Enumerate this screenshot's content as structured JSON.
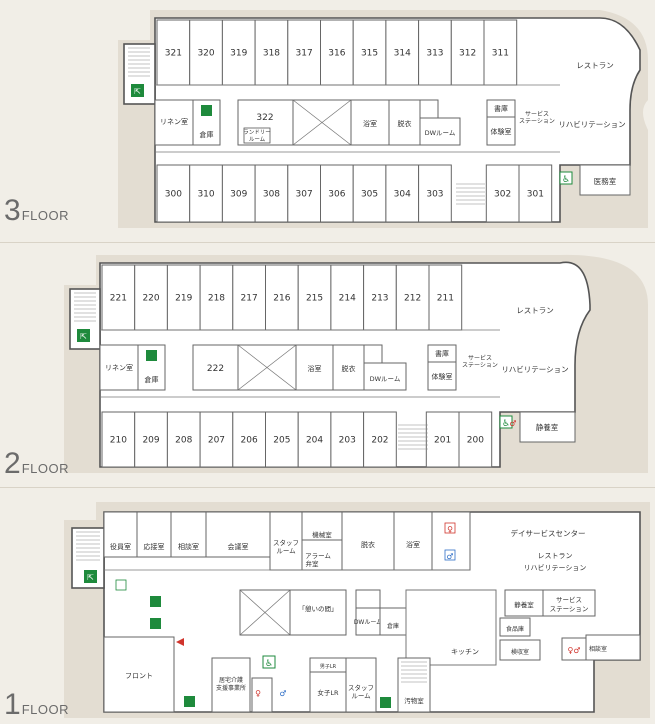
{
  "floors": [
    {
      "id": "3",
      "label_num": "3",
      "label_txt": "FLOOR",
      "top_rooms": [
        "321",
        "320",
        "319",
        "318",
        "317",
        "316",
        "315",
        "314",
        "313",
        "312",
        "311"
      ],
      "bottom_rooms": [
        "300",
        "310",
        "309",
        "308",
        "307",
        "306",
        "305",
        "304",
        "303",
        "302",
        "301"
      ],
      "labels": {
        "restaurant": "レストラン",
        "linen": "リネン室",
        "storage": "倉庫",
        "room322": "322",
        "laundry1": "ランドリー",
        "laundry2": "ルーム",
        "bath": "浴室",
        "dressing": "脱衣",
        "dw": "DWルーム",
        "books": "書庫",
        "service1": "サービス",
        "service2": "ステーション",
        "experience": "体験室",
        "rehab": "リハビリテーション",
        "medical": "医務室"
      }
    },
    {
      "id": "2",
      "label_num": "2",
      "label_txt": "FLOOR",
      "top_rooms": [
        "221",
        "220",
        "219",
        "218",
        "217",
        "216",
        "215",
        "214",
        "213",
        "212",
        "211"
      ],
      "bottom_rooms": [
        "210",
        "209",
        "208",
        "207",
        "206",
        "205",
        "204",
        "203",
        "202",
        "201",
        "200"
      ],
      "labels": {
        "restaurant": "レストラン",
        "linen": "リネン室",
        "storage": "倉庫",
        "room222": "222",
        "bath": "浴室",
        "dressing": "脱衣",
        "dw": "DWルーム",
        "books": "書庫",
        "service1": "サービス",
        "service2": "ステーション",
        "experience": "体験室",
        "rehab": "リハビリテーション",
        "rest": "静養室"
      }
    },
    {
      "id": "1",
      "label_num": "1",
      "label_txt": "FLOOR",
      "labels": {
        "officers": "役員室",
        "reception": "応接室",
        "consult": "相談室",
        "meeting": "会議室",
        "staff1": "スタッフ",
        "staff2": "ルーム",
        "machine": "機械室",
        "alarm1": "アラーム",
        "alarm2": "弁室",
        "dressing": "脱衣",
        "bath": "浴室",
        "dayservice": "デイサービスセンター",
        "restaurant": "レストラン",
        "rehab": "リハビリテーション",
        "ikoi": "「憩いの間」",
        "dw": "DWルーム",
        "storage": "倉庫",
        "rest": "静養室",
        "service1": "サービス",
        "service2": "ステーション",
        "food": "食品庫",
        "inspection": "検収室",
        "consult2": "相談室",
        "front": "フロント",
        "care1": "居宅介護",
        "care2": "支援事業所",
        "mens_lr": "男子LR",
        "womens_lr": "女子LR",
        "staff_b1": "スタッフ",
        "staff_b2": "ルーム",
        "kitchen": "キッチン",
        "dirty": "汚物室"
      }
    }
  ],
  "colors": {
    "background": "#f1eee7",
    "outer_band": "#e3ddd2",
    "exit_green": "#1e8a3c",
    "accessible_green": "#1e8a3c",
    "toilet_red": "#d0342c",
    "toilet_blue": "#2e6ec7",
    "arrow_red": "#d0342c"
  }
}
